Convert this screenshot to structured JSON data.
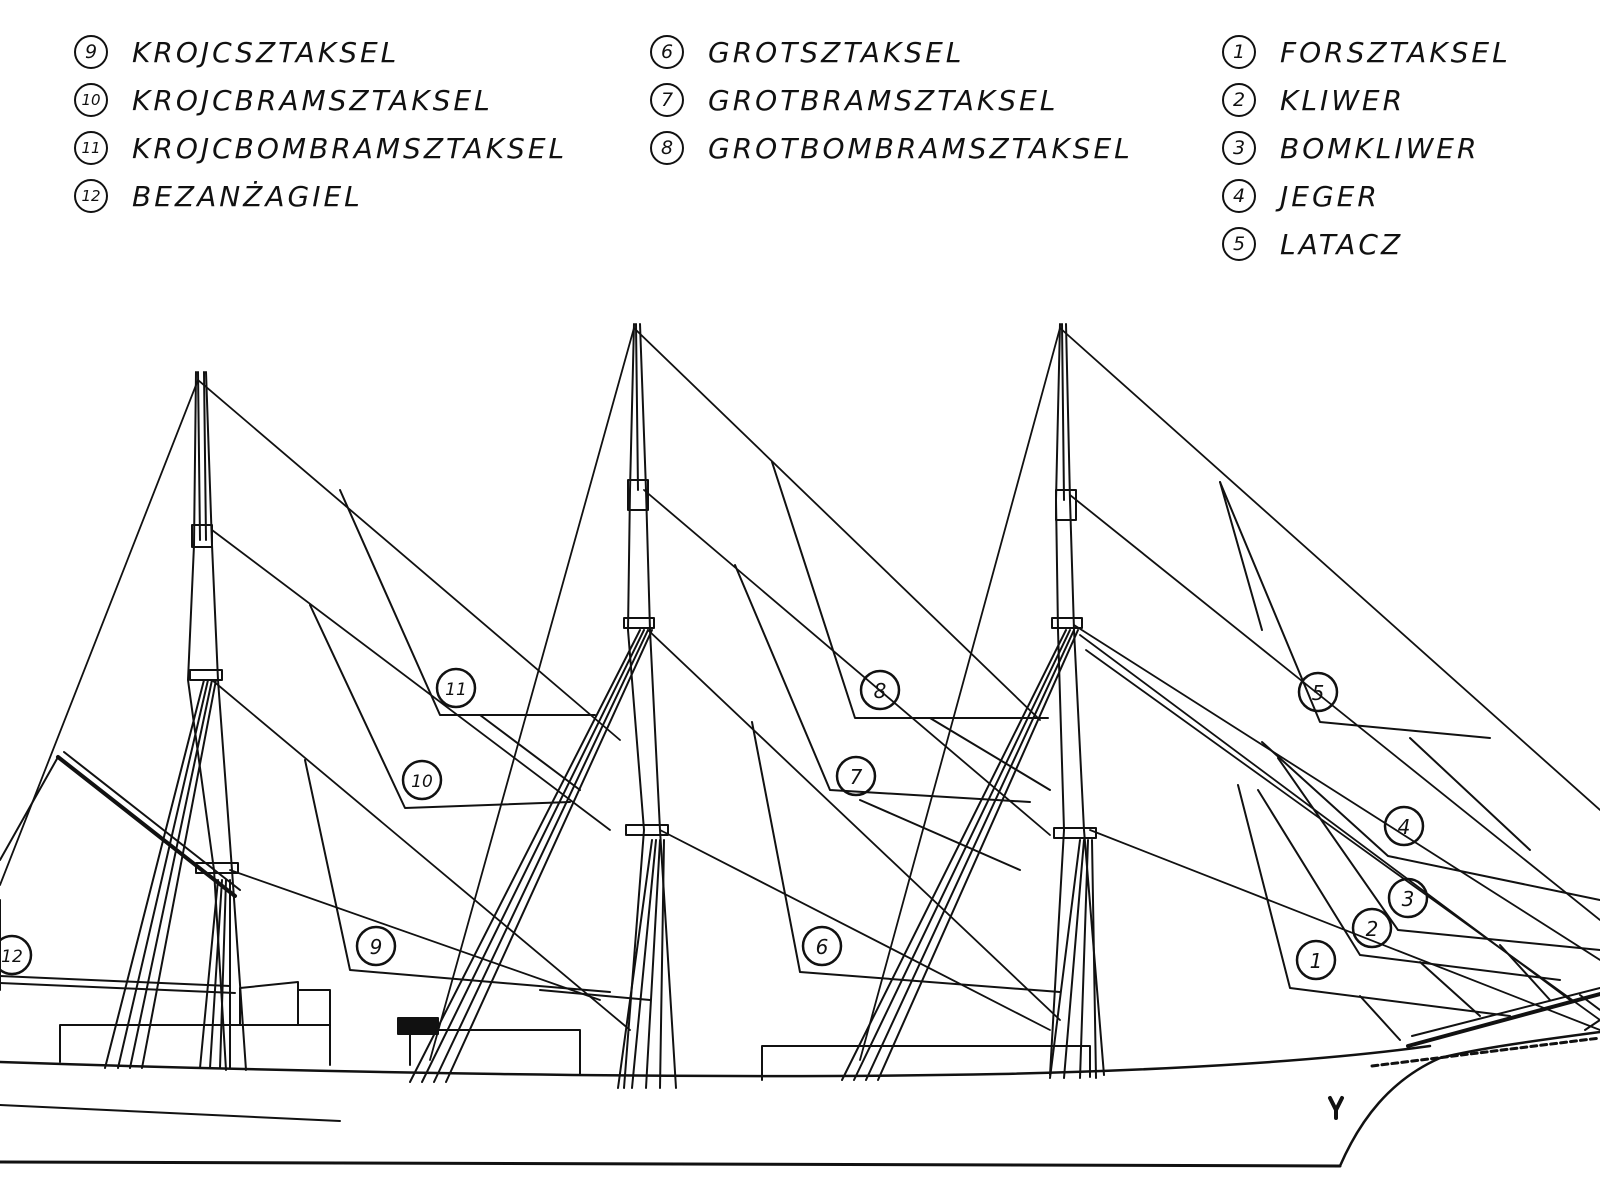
{
  "legend": {
    "mizzen": [
      {
        "num": "9",
        "name": "KROJCSZTAKSEL"
      },
      {
        "num": "10",
        "name": "KROJCBRAMSZTAKSEL"
      },
      {
        "num": "11",
        "name": "KROJCBOMBRAMSZTAKSEL"
      },
      {
        "num": "12",
        "name": "BEZANŻAGIEL"
      }
    ],
    "main": [
      {
        "num": "6",
        "name": "GROTSZTAKSEL"
      },
      {
        "num": "7",
        "name": "GROTBRAMSZTAKSEL"
      },
      {
        "num": "8",
        "name": "GROTBOMBRAMSZTAKSEL"
      }
    ],
    "fore": [
      {
        "num": "1",
        "name": "FORSZTAKSEL"
      },
      {
        "num": "2",
        "name": "KLIWER"
      },
      {
        "num": "3",
        "name": "BOMKLIWER"
      },
      {
        "num": "4",
        "name": "JEGER"
      },
      {
        "num": "5",
        "name": "LATACZ"
      }
    ]
  },
  "markers": {
    "m1": "1",
    "m2": "2",
    "m3": "3",
    "m4": "4",
    "m5": "5",
    "m6": "6",
    "m7": "7",
    "m8": "8",
    "m9": "9",
    "m10": "10",
    "m11": "11",
    "m12": "12"
  },
  "colors": {
    "ink": "#111111",
    "paper": "#ffffff"
  }
}
